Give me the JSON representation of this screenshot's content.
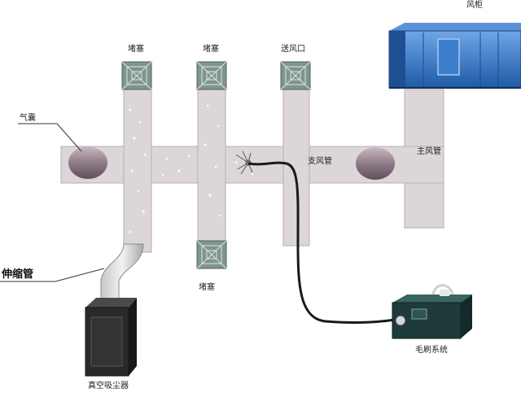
{
  "labels": {
    "air_cabinet": "风柜",
    "plug_1": "堵塞",
    "plug_2": "堵塞",
    "air_outlet": "送风口",
    "air_bag": "气囊",
    "main_duct": "主风管",
    "branch_duct": "支风管",
    "telescopic_pipe": "伸缩管",
    "plug_bottom": "堵塞",
    "brush_system": "毛刷系统",
    "vacuum_collector": "真空吸尘器"
  },
  "colors": {
    "duct": "#ddd6d8",
    "duct_edge": "#b8adb1",
    "air_bag": "#8e7c88",
    "cabinet": "#2f73c7",
    "diffuser": "#7f958d",
    "hose": "#1a1a1a",
    "machine": "#1e3b3a",
    "collector": "#2a2a2a"
  }
}
